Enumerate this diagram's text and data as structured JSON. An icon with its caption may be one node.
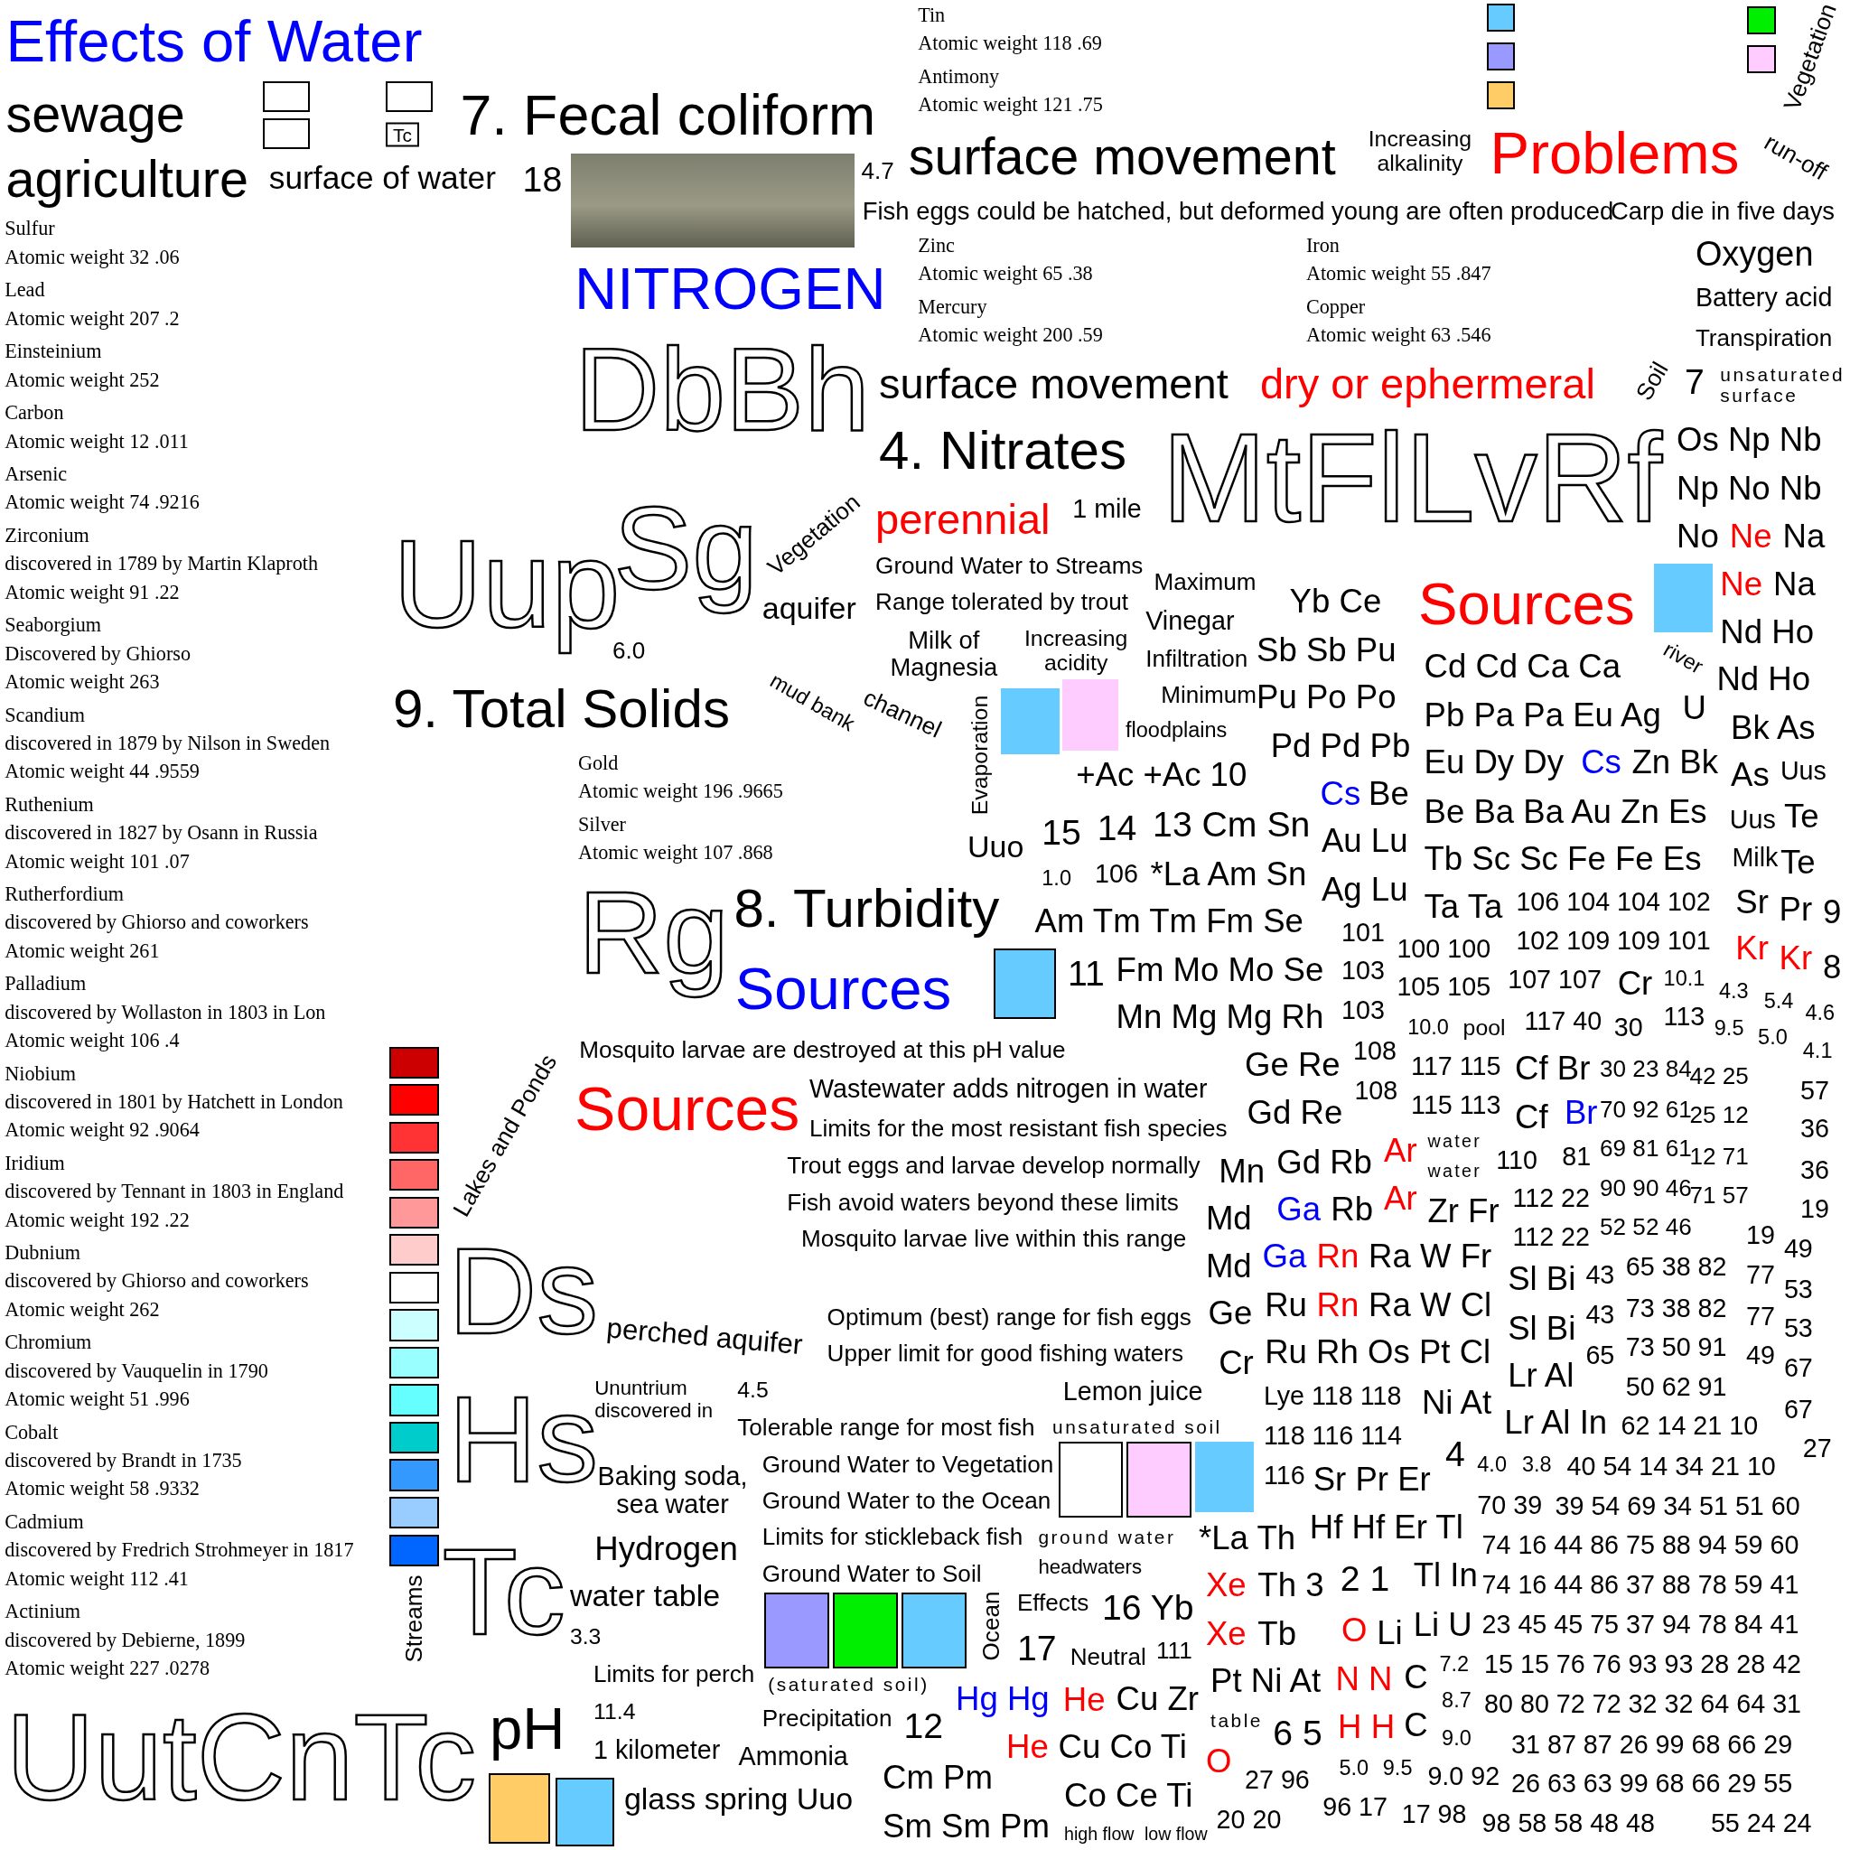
{
  "diagram": {
    "title": "Effects of Water",
    "labels": [
      "Sulfur",
      "Atomic weight  32 .06",
      "Lead",
      "Atomic weight  207 .2",
      "Einsteinium",
      "Atomic weight 252",
      "Carbon",
      "Atomic weight  12 .011",
      "Arsenic",
      "Atomic weight  74 .9216",
      "Zirconium",
      "discovered in 1789 by Martin Klaproth",
      "Atomic weight  91 .22",
      "Seaborgium",
      "Discovered by Ghiorso",
      "Atomic weight  263",
      "Scandium",
      "discovered in 1879 by Nilson in Sweden",
      "Atomic weight  44 .9559",
      "Ruthenium",
      "discovered in 1827 by Osann in Russia",
      "Atomic weight  101 .07",
      "Rutherfordium",
      "discovered by Ghiorso and coworkers",
      "Atomic weight  261",
      "Palladium",
      "discovered by Wollaston in 1803 in Lon",
      "Atomic weight  106 .4",
      "Niobium",
      "discovered in 1801 by Hatchett in London",
      "Atomic weight  92 .9064",
      "Iridium",
      "discovered by Tennant in 1803 in England",
      "Atomic weight  192 .22",
      "Dubnium",
      "discovered by Ghiorso and coworkers",
      "Atomic weight  262",
      "Chromium",
      "discovered by Vauquelin in 1790",
      "Atomic weight  51 .996",
      "Cobalt",
      "discovered by Brandt in 1735",
      "Atomic weight  58 .9332",
      "Cadmium",
      "discovered by Fredrich Strohmeyer in 1817",
      "Atomic weight  112 .41",
      "Actinium",
      "discovered by Debierne, 1899",
      "Atomic weight  227 .0278",
      "Tin",
      "Atomic weight  118 .69",
      "Antimony",
      "Atomic weight  121 .75",
      "Zinc",
      "Atomic weight  65 .38",
      "Mercury",
      "Atomic weight  200 .59",
      "Iron",
      "Atomic weight  55 .847",
      "Copper",
      "Atomic weight  63 .546",
      "Gold",
      "Atomic weight  196 .9665",
      "Silver",
      "Atomic weight  107 .868",
      "sewage",
      "agriculture",
      "Tc",
      "7. Fecal coliform",
      "surface of water",
      "18",
      "4.7",
      "surface movement",
      "Increasing alkalinity",
      "Problems",
      "run-off",
      "Vegetation",
      "Fish eggs could be hatched, but deformed young are often produced",
      "Carp die in five days",
      "NITROGEN",
      "Oxygen",
      "Battery acid",
      "Transpiration",
      "DbBh",
      "surface movement",
      "dry or ephermeral",
      "Soil",
      "7",
      "unsaturated surface",
      "4. Nitrates",
      "MtFlLvRf",
      "Os Np Nb",
      "Np No Nb",
      "No",
      "Ne",
      "Na",
      "perennial",
      "1 mile",
      "Uup",
      "Sg",
      "Vegetation",
      "aquifer",
      "6.0",
      "Ground Water to Streams",
      "Range tolerated by trout",
      "Milk of Magnesia",
      "Increasing acidity",
      "Maximum",
      "Vinegar",
      "Infiltration",
      "Minimum",
      "floodplains",
      "Yb Ce",
      "Sb Sb Pu",
      "Pu Po Po",
      "Pd Pd Pb",
      "Sources",
      "Ne",
      "Na",
      "Nd Ho",
      "Nd Ho",
      "Cd Cd Ca Ca",
      "river",
      "Pb Pa Pa Eu Ag",
      "U",
      "Bk As",
      "Eu Dy Dy",
      "Cs",
      "Zn Bk",
      "As",
      "Uus",
      "9. Total Solids",
      "mud bank",
      "channel",
      "Evaporation",
      "+Ac +Ac 10",
      "Cs",
      "Be",
      "Be Ba Ba Au Zn Es",
      "Uus",
      "Te",
      "Uuo",
      "15",
      "14",
      "13 Cm Sn",
      "Au Lu",
      "Tb Sc Sc Fe Fe Es",
      "Milk",
      "Te",
      "1.0",
      "106",
      "*La Am Sn",
      "Ag Lu",
      "Rg",
      "8. Turbidity",
      "Am Tm Tm Fm Se",
      "Ta Ta",
      "106 104 104 102",
      "Sr",
      "Pr",
      "9",
      "101",
      "100 100",
      "102 109 109 101",
      "Kr",
      "Kr",
      "8",
      "Sources",
      "11",
      "Fm Mo Mo Se",
      "103",
      "105 105",
      "107 107",
      "Cr",
      "10.1",
      "4.3",
      "5.4",
      "4.6",
      "Mn Mg Mg Rh",
      "103",
      "10.0",
      "pool",
      "117 40",
      "30",
      "113",
      "9.5",
      "5.0",
      "4.1",
      "Mosquito larvae are destroyed at this pH value",
      "Ge Re",
      "108",
      "117 115",
      "Cf Br",
      "30 23 84",
      "42 25",
      "57",
      "Sources",
      "Wastewater adds nitrogen in water",
      "Limits for the most resistant fish species",
      "Gd Re",
      "108",
      "115 113",
      "Cf",
      "Br",
      "70 92 61",
      "25 12",
      "36",
      "Lakes and Ponds",
      "Trout eggs and larvae develop normally",
      "Mn",
      "Gd Rb",
      "Ar",
      "water",
      "water",
      "110",
      "81",
      "69 81 61",
      "12 71",
      "36",
      "Fish avoid waters beyond these limits",
      "Md",
      "Ga",
      "Rb",
      "Ar",
      "Zr Fr",
      "112 22",
      "90 90 46",
      "71 57",
      "19",
      "Ds",
      "Mosquito larvae live within this range",
      "Md",
      "Ga",
      "Rn",
      "Ra W Fr",
      "112 22",
      "52 52 46",
      "19",
      "49",
      "Optimum (best) range for fish eggs",
      "Ge",
      "Ru",
      "Rn",
      "Ra W Cl",
      "Sl Bi",
      "43",
      "65 38 82",
      "77",
      "53",
      "perched aquifer",
      "Upper limit for good fishing waters",
      "Cr",
      "Ru Rh Os Pt Cl",
      "Sl Bi",
      "43",
      "73 38 82",
      "77",
      "53",
      "Ununtrium discovered in",
      "4.5",
      "Lemon juice",
      "Lye 118 118",
      "Ni At",
      "Lr Al",
      "65",
      "73 50 91",
      "49",
      "67",
      "50 62 91",
      "67",
      "Tolerable range for most fish",
      "unsaturated soil",
      "Lr Al In",
      "62 14 21 10",
      "27",
      "118 116 114",
      "Hs",
      "Baking soda, sea water",
      "Ground Water to Vegetation",
      "116",
      "Sr Pr Er",
      "4",
      "4.0",
      "3.8",
      "40 54 14 34 21 10",
      "Ground Water to the Ocean",
      "70 39",
      "39 54 69 34 51 51 60",
      "Hydrogen",
      "Limits for stickleback fish",
      "ground water",
      "*La Th",
      "Hf Hf Er Tl",
      "74 16 44 86 75 88 94 59 60",
      "Tc",
      "water table",
      "Ground Water to Soil",
      "headwaters",
      "Xe",
      "Th 3",
      "2 1",
      "Tl In",
      "74 16 44 86 37 88 78 59 41",
      "Streams",
      "3.3",
      "Ocean",
      "Effects",
      "16 Yb",
      "17",
      "Neutral",
      "111",
      "Xe",
      "Tb",
      "O",
      "Li",
      "Li U",
      "23 45 45 75 37 94 78 84 41",
      "Limits for perch",
      "(saturated soil)",
      "Pt Ni At",
      "N N",
      "C",
      "7.2",
      "15 15 76 76 93 93 28 28 42",
      "11.4",
      "Hg Hg",
      "He",
      "Cu Zr",
      "table",
      "6 5",
      "H H",
      "C",
      "8.7",
      "80 80 72 72 32 32 64 64 31",
      "UutCnTc",
      "pH",
      "Precipitation",
      "12",
      "1 kilometer",
      "Ammonia",
      "He",
      "Cu Co Ti",
      "O",
      "9.0",
      "31 87 87 26 99 68 66 29",
      "27 96",
      "5.0",
      "9.5",
      "9.0 92",
      "26 63 63 99 68 66 29 55",
      "glass spring Uuo",
      "Cm Pm",
      "Co Ce Ti",
      "20 20",
      "96 17",
      "17 98",
      "98 58 58 48 48",
      "55 24 24",
      "Sm Sm Pm",
      "high flow",
      "low flow"
    ]
  }
}
